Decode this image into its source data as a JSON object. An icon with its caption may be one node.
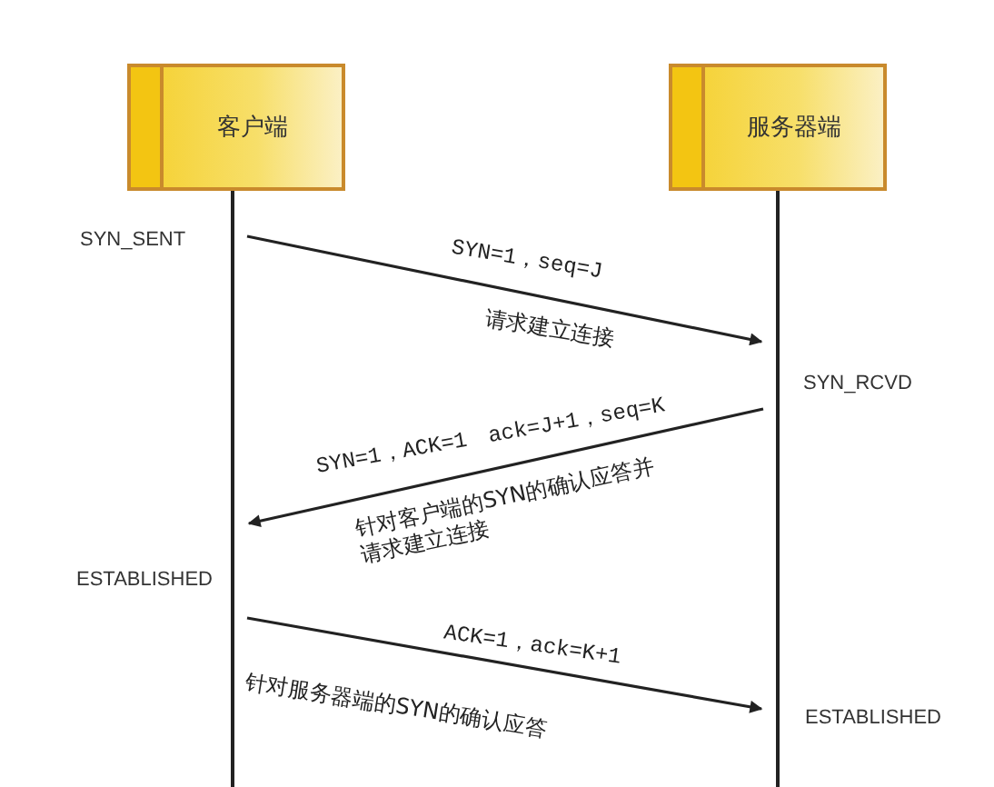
{
  "diagram": {
    "nodes": [
      {
        "text": [
          "客户端"
        ]
      },
      {
        "text": [
          "服务器端"
        ]
      },
      {
        "text": [],
        "shape": "bar"
      },
      {
        "text": [],
        "shape": "bar"
      }
    ],
    "edges": [
      {
        "from": 2,
        "to": 3,
        "arrow": "to",
        "label": "SYN=1，seq=J"
      },
      {
        "from": 3,
        "to": 2,
        "arrow": "to",
        "label": "SYN=1，ACK=1　ack=J+1，seq=K"
      },
      {
        "from": 2,
        "to": 3,
        "arrow": "to",
        "label": "ACK=1，ack=K+1"
      }
    ],
    "labels": [
      "SYN_SENT",
      "请求建立连接",
      "SYN_RCVD",
      "针对客户端的SYN的确认应答并请求建立连接",
      "ESTABLISHED",
      "针对服务器端的SYN的确认应答",
      "ESTABLISHED"
    ]
  }
}
